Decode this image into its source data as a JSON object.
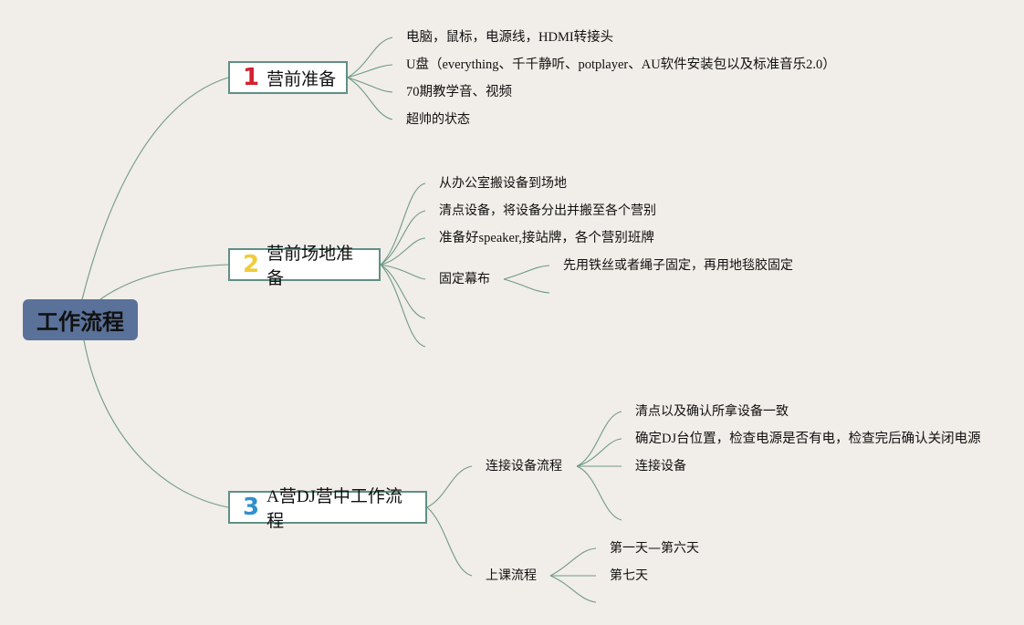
{
  "root": {
    "title": "工作流程"
  },
  "topics": [
    {
      "num": "1",
      "title": "营前准备",
      "children": [
        "电脑，鼠标，电源线，HDMI转接头",
        "U盘（everything、千千静听、potplayer、AU软件安装包以及标准音乐2.0）",
        "70期教学音、视频",
        "超帅的状态"
      ]
    },
    {
      "num": "2",
      "title": "营前场地准备",
      "children": [
        "从办公室搬设备到场地",
        "清点设备，将设备分出并搬至各个营别",
        "准备好speaker,接站牌，各个营别班牌",
        "固定幕布"
      ],
      "sub": {
        "parent": "固定幕布",
        "children": [
          "先用铁丝或者绳子固定，再用地毯胶固定"
        ]
      }
    },
    {
      "num": "3",
      "title": "A营DJ营中工作流程",
      "groups": [
        {
          "title": "连接设备流程",
          "children": [
            "清点以及确认所拿设备一致",
            "确定DJ台位置，检查电源是否有电，检查完后确认关闭电源",
            "连接设备"
          ]
        },
        {
          "title": "上课流程",
          "children": [
            "第一天—第六天",
            "第七天"
          ]
        }
      ]
    }
  ],
  "colors": {
    "background": "#f1ede8",
    "root_fill": "#5a7199",
    "topic_border": "#5f8f86",
    "connector": "#6f9b84",
    "num1": "#d42030",
    "num2": "#f0cc3a",
    "num3": "#2f8fcf"
  }
}
